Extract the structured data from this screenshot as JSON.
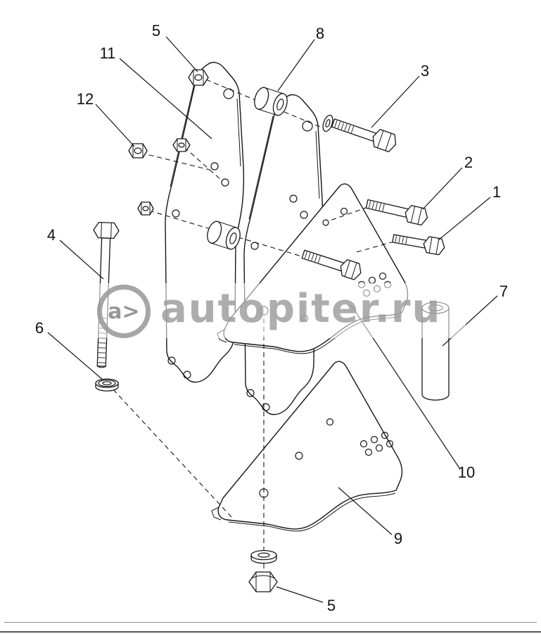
{
  "drawing": {
    "background": "#ffffff",
    "line_color": "#161616",
    "description": "Exploded parts diagram: bracket plates with bolts, nuts, washers and spacers"
  },
  "watermark": {
    "logo_text": "a>",
    "brand_text": "autopiter.ru",
    "color": "#989898"
  },
  "callouts": [
    {
      "label": "5"
    },
    {
      "label": "8"
    },
    {
      "label": "11"
    },
    {
      "label": "3"
    },
    {
      "label": "12"
    },
    {
      "label": "2"
    },
    {
      "label": "1"
    },
    {
      "label": "4"
    },
    {
      "label": "6"
    },
    {
      "label": "7"
    },
    {
      "label": "10"
    },
    {
      "label": "9"
    },
    {
      "label": "5"
    }
  ]
}
